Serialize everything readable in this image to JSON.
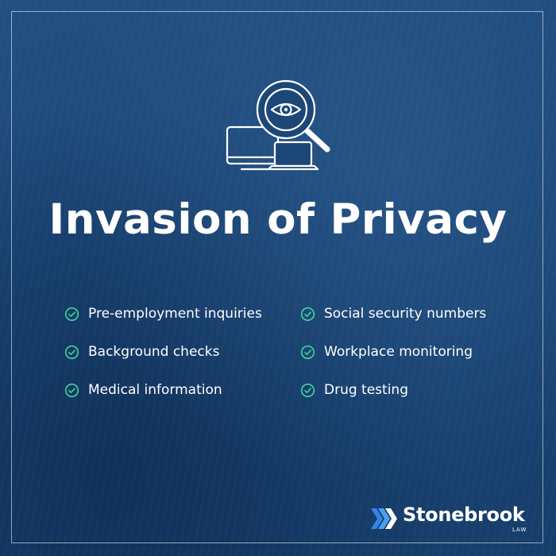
{
  "title": "Invasion of Privacy",
  "hero_icon": "devices-magnifier-eye-icon",
  "check_icon": "check-circle-icon",
  "colors": {
    "background": "#1c4777",
    "text": "#ffffff",
    "check": "#3fd39a",
    "brand_accent": "#2f86e6"
  },
  "items_left": [
    {
      "label": "Pre-employment inquiries"
    },
    {
      "label": "Background checks"
    },
    {
      "label": "Medical information"
    }
  ],
  "items_right": [
    {
      "label": "Social security numbers"
    },
    {
      "label": "Workplace monitoring"
    },
    {
      "label": "Drug testing"
    }
  ],
  "brand": {
    "name": "Stonebrook",
    "sub": "LAW",
    "icon": "stonebrook-logo-icon"
  }
}
